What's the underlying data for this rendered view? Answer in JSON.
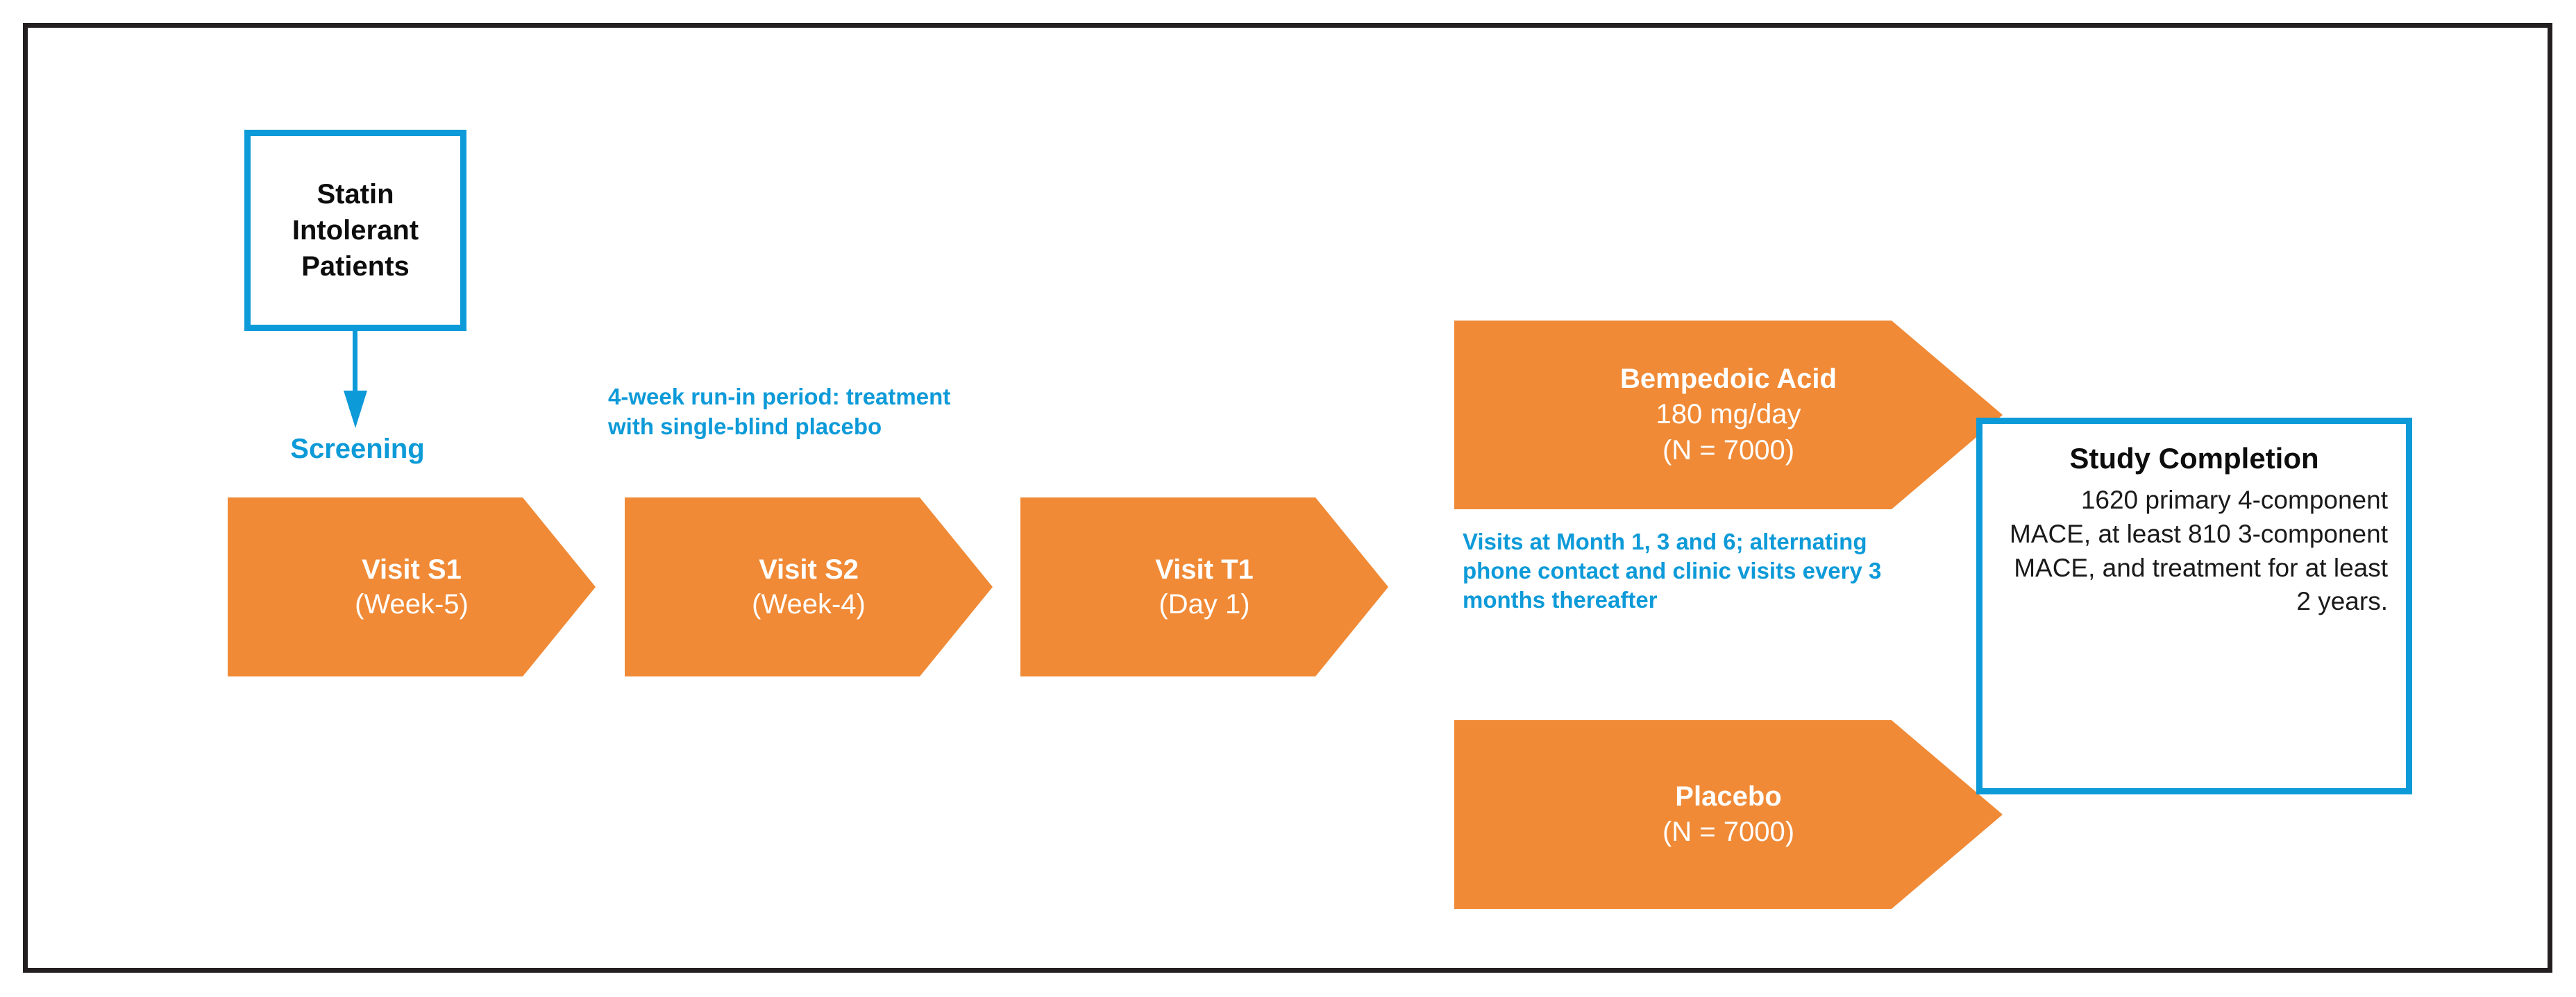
{
  "colors": {
    "orange": "#f08a36",
    "blue": "#0d9ad8",
    "frame_black": "#231f20",
    "text_white": "#ffffff",
    "text_black": "#0d0d0d"
  },
  "entry_box": {
    "lines": [
      "Statin",
      "Intolerant",
      "Patients"
    ]
  },
  "screening_label": "Screening",
  "runin_note": "4-week run-in period: treatment with single-blind placebo",
  "visit_steps": [
    {
      "name": "Visit S1",
      "timing": "(Week-5)"
    },
    {
      "name": "Visit S2",
      "timing": "(Week-4)"
    },
    {
      "name": "Visit T1",
      "timing": "(Day 1)"
    }
  ],
  "arms": {
    "treatment": {
      "name": "Bempedoic Acid",
      "dose": "180 mg/day",
      "n": "(N = 7000)"
    },
    "control": {
      "name": "Placebo",
      "n": "(N = 7000)"
    }
  },
  "visits_note": "Visits at Month 1, 3 and 6; alternating phone contact and clinic visits every 3 months thereafter",
  "study_completion": {
    "title": "Study Completion",
    "body": "1620 primary 4-component MACE, at least 810 3-component MACE, and treatment for at least 2 years."
  }
}
